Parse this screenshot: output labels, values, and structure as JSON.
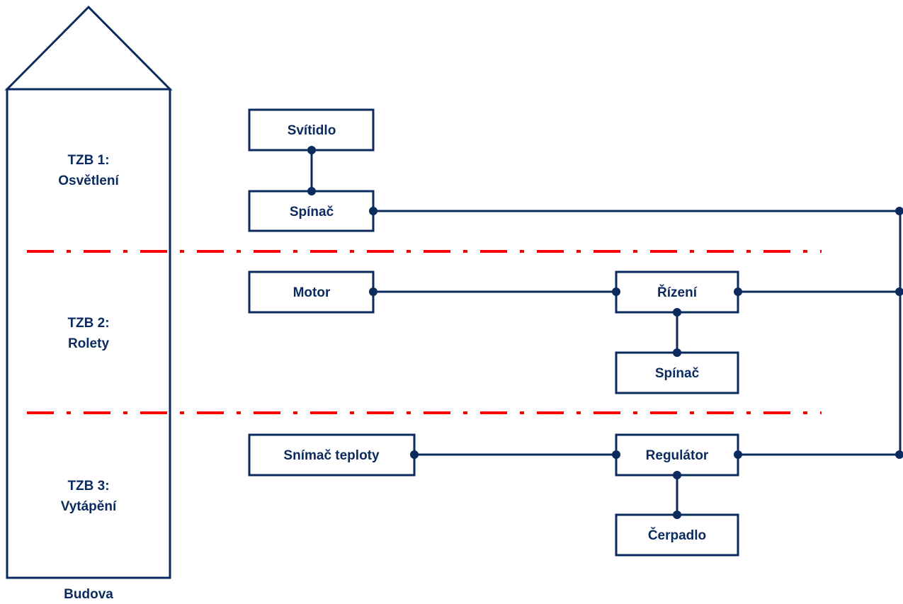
{
  "building": {
    "label": "Budova",
    "zones": [
      {
        "line1": "TZB 1:",
        "line2": "Osvětlení"
      },
      {
        "line1": "TZB 2:",
        "line2": "Rolety"
      },
      {
        "line1": "TZB 3:",
        "line2": "Vytápění"
      }
    ]
  },
  "blocks": {
    "svitidlo": "Svítidlo",
    "spinac1": "Spínač",
    "motor": "Motor",
    "rizeni": "Řízení",
    "spinac2": "Spínač",
    "snimac": "Snímač teploty",
    "regulator": "Regulátor",
    "cerpadlo": "Čerpadlo"
  },
  "colors": {
    "line": "#0b2a5e",
    "divider": "#ff0000",
    "background": "#ffffff"
  }
}
